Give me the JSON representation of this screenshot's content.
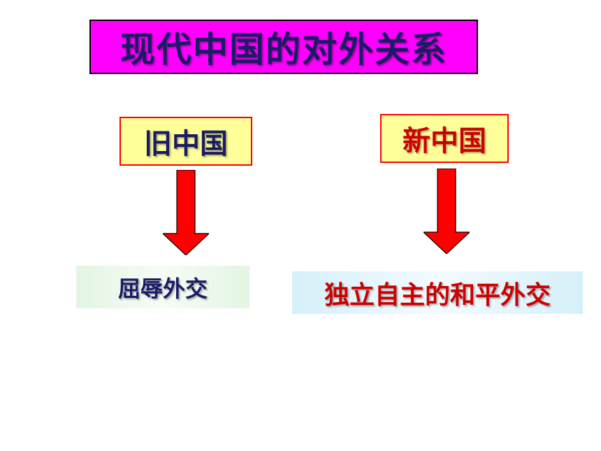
{
  "title": "现代中国的对外关系",
  "columns": [
    {
      "era": "旧中国",
      "policy": "屈辱外交"
    },
    {
      "era": "新中国",
      "policy": "独立自主的和平外交"
    }
  ],
  "colors": {
    "title_bg": "#ff00ff",
    "title_text": "#1a1a66",
    "era_bg": "#ffff99",
    "era_border": "#ff0000",
    "arrow": "#ff0000",
    "old_text": "#1a1a66",
    "new_text": "#cc0000"
  },
  "icons": [
    "down-arrow-icon",
    "down-arrow-icon"
  ]
}
